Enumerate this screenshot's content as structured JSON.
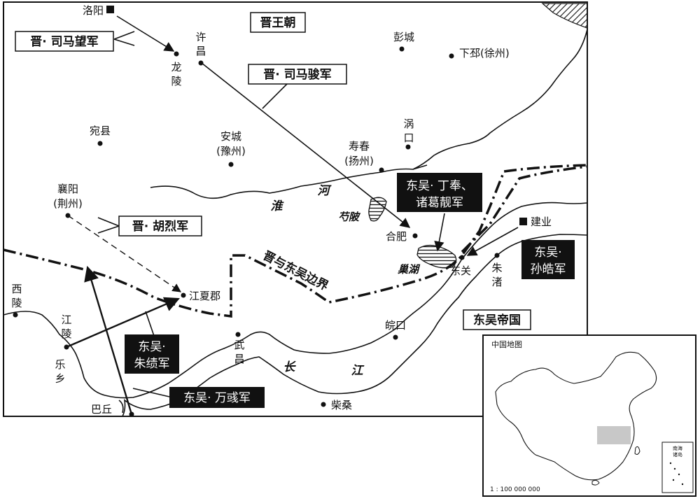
{
  "regions": {
    "jin": "晋王朝",
    "wu": "东吴帝国"
  },
  "cities": {
    "luoyang": "洛阳",
    "xuchang_1": "许",
    "xuchang_2": "昌",
    "longling_1": "龙",
    "longling_2": "陵",
    "pengcheng": "彭城",
    "xiapi": "下邳(徐州)",
    "wanxian": "宛县",
    "ancheng": "安城",
    "ancheng_sub": "(豫州)",
    "wokou_1": "涡",
    "wokou_2": "口",
    "shouchun": "寿春",
    "shouchun_sub": "(扬州)",
    "xiangyang": "襄阳",
    "xiangyang_sub": "(荆州)",
    "hefei": "合肥",
    "jianye": "建业",
    "dongguan": "东关",
    "zhuzhu_1": "朱",
    "zhuzhu_2": "渚",
    "xiling_1": "西",
    "xiling_2": "陵",
    "jiangxia": "江夏郡",
    "jiangling_1": "江",
    "jiangling_2": "陵",
    "lexiang_1": "乐",
    "lexiang_2": "乡",
    "wuchang_1": "武",
    "wuchang_2": "昌",
    "wankou": "皖口",
    "chaisang": "柴桑",
    "baqiu": "巴丘"
  },
  "geography": {
    "huai": "淮",
    "he": "河",
    "shaobei": "芍陂",
    "chaohu": "巢湖",
    "chang": "长",
    "jiang": "江",
    "border_label": "晋与东吴边界"
  },
  "armies": {
    "sima_wang": "晋· 司马望军",
    "sima_jun": "晋· 司马骏军",
    "hu_lie": "晋· 胡烈军",
    "ding_feng_1": "东吴· 丁奉、",
    "ding_feng_2": "诸葛靓军",
    "sun_hao_1": "东吴·",
    "sun_hao_2": "孙皓军",
    "zhu_ji_1": "东吴·",
    "zhu_ji_2": "朱绩军",
    "wan_yu": "东吴· 万彧军"
  },
  "inset": {
    "title": "中国地图",
    "scale": "1 : 100 000 000",
    "nanhai_1": "南海",
    "nanhai_2": "诸岛"
  }
}
